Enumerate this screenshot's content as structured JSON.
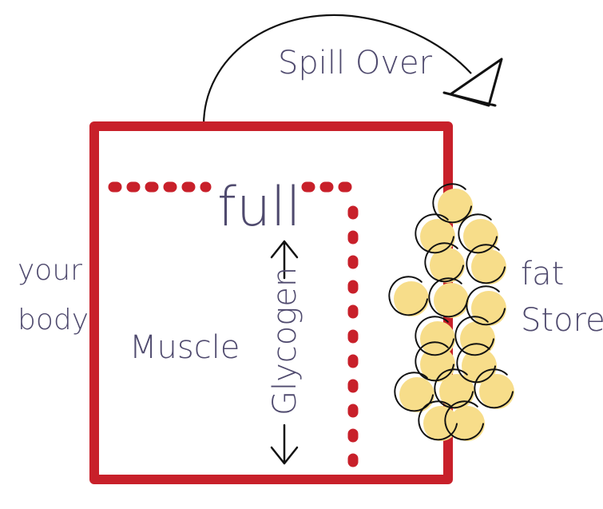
{
  "labels": {
    "spill_over": "Spill Over",
    "full": "full",
    "your": "your",
    "body": "body",
    "muscle": "Muscle",
    "glycogen": "Glycogen",
    "fat": "fat",
    "stores": "Stores"
  },
  "colors": {
    "container_outline": "#c8202a",
    "dotted_line": "#c8202a",
    "ink": "#4f4a6e",
    "arrow_ink": "#111111",
    "fat_fill": "#f7dd8a",
    "fat_outline": "#111111"
  },
  "glycogen_level": "full"
}
